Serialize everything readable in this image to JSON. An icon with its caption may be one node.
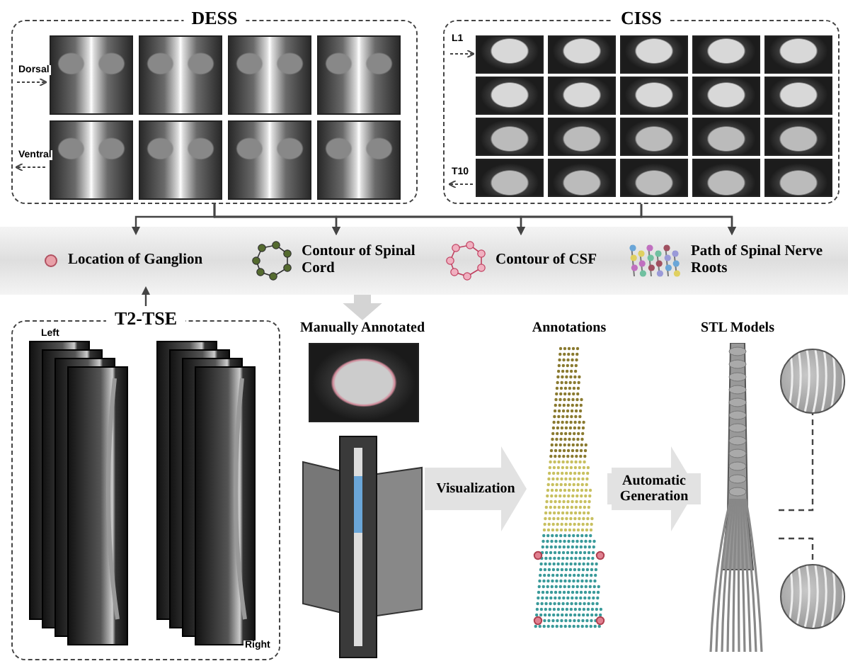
{
  "diagram": {
    "nodes": [
      {
        "text": [
          "DESS"
        ]
      },
      {
        "text": [
          "CISS"
        ]
      },
      {
        "text": [],
        "shape": "bar"
      },
      {
        "text": [
          "Location of Ganglion"
        ],
        "in": 2
      },
      {
        "text": [
          "Contour of Spinal Cord"
        ],
        "in": 2
      },
      {
        "text": [
          "Contour of CSF"
        ],
        "in": 2
      },
      {
        "text": [
          "Path of Spinal Nerve Roots"
        ],
        "in": 2
      },
      {
        "text": [
          "T2-TSE"
        ]
      },
      {
        "text": [
          "Manually Annotated"
        ]
      },
      {
        "text": [
          "Annotations"
        ]
      },
      {
        "text": [
          "STL Models"
        ]
      },
      {
        "text": [],
        "shape": "circle"
      },
      {
        "text": [],
        "shape": "circle"
      }
    ],
    "edges": [
      {
        "from": 0,
        "to": 3,
        "arrow": "to"
      },
      {
        "from": 0,
        "to": 4,
        "arrow": "to"
      },
      {
        "from": 0,
        "to": 5,
        "arrow": "to"
      },
      {
        "from": 0,
        "to": 6,
        "arrow": "to"
      },
      {
        "from": 1,
        "to": 4,
        "arrow": "to"
      },
      {
        "from": 1,
        "to": 5,
        "arrow": "to"
      },
      {
        "from": 1,
        "to": 6,
        "arrow": "to"
      },
      {
        "from": 7,
        "to": 3,
        "arrow": "to"
      },
      {
        "from": 2,
        "to": 8,
        "arrow": "to",
        "style": "thick",
        "color": "#d4d4d4"
      },
      {
        "from": 8,
        "to": 9,
        "label": "Visualization",
        "arrow": "to",
        "style": "thick",
        "color": "#e2e2e2"
      },
      {
        "from": 9,
        "to": 10,
        "label": "Automatic Generation",
        "arrow": "to",
        "style": "thick",
        "color": "#e2e2e2"
      },
      {
        "from": 10,
        "to": 11,
        "arrow": "none",
        "style": "dashed"
      },
      {
        "from": 10,
        "to": 12,
        "arrow": "none",
        "style": "dashed"
      }
    ],
    "labels": [
      "Dorsal",
      "Ventral",
      "L1",
      "T10",
      "Left",
      "Right"
    ]
  }
}
